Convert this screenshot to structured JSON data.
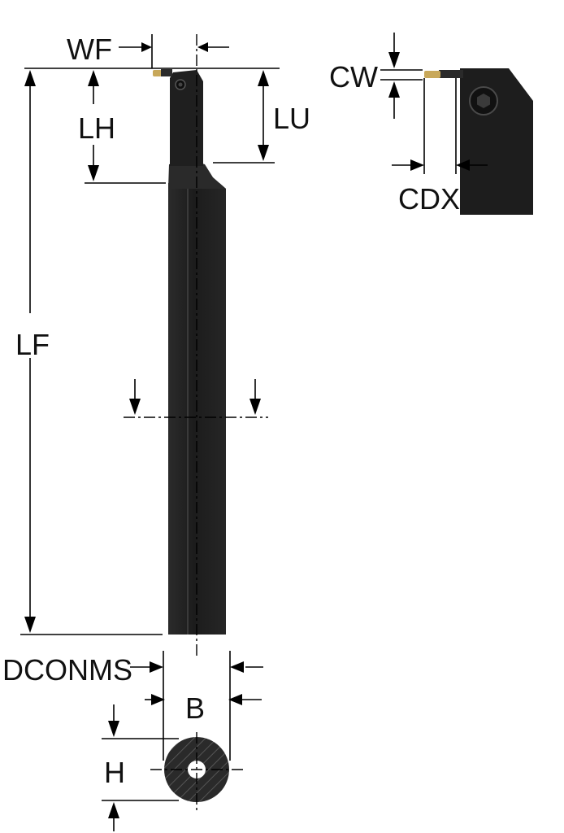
{
  "labels": {
    "wf": "WF",
    "lh": "LH",
    "lu": "LU",
    "lf": "LF",
    "cw": "CW",
    "cdx": "CDX",
    "dconms": "DCONMS",
    "b": "B",
    "h": "H"
  },
  "colors": {
    "tool_body": "#1f1f1f",
    "tool_edge": "#2e2e2e",
    "insert": "#c8a85a",
    "line": "#000000",
    "background": "#ffffff"
  }
}
